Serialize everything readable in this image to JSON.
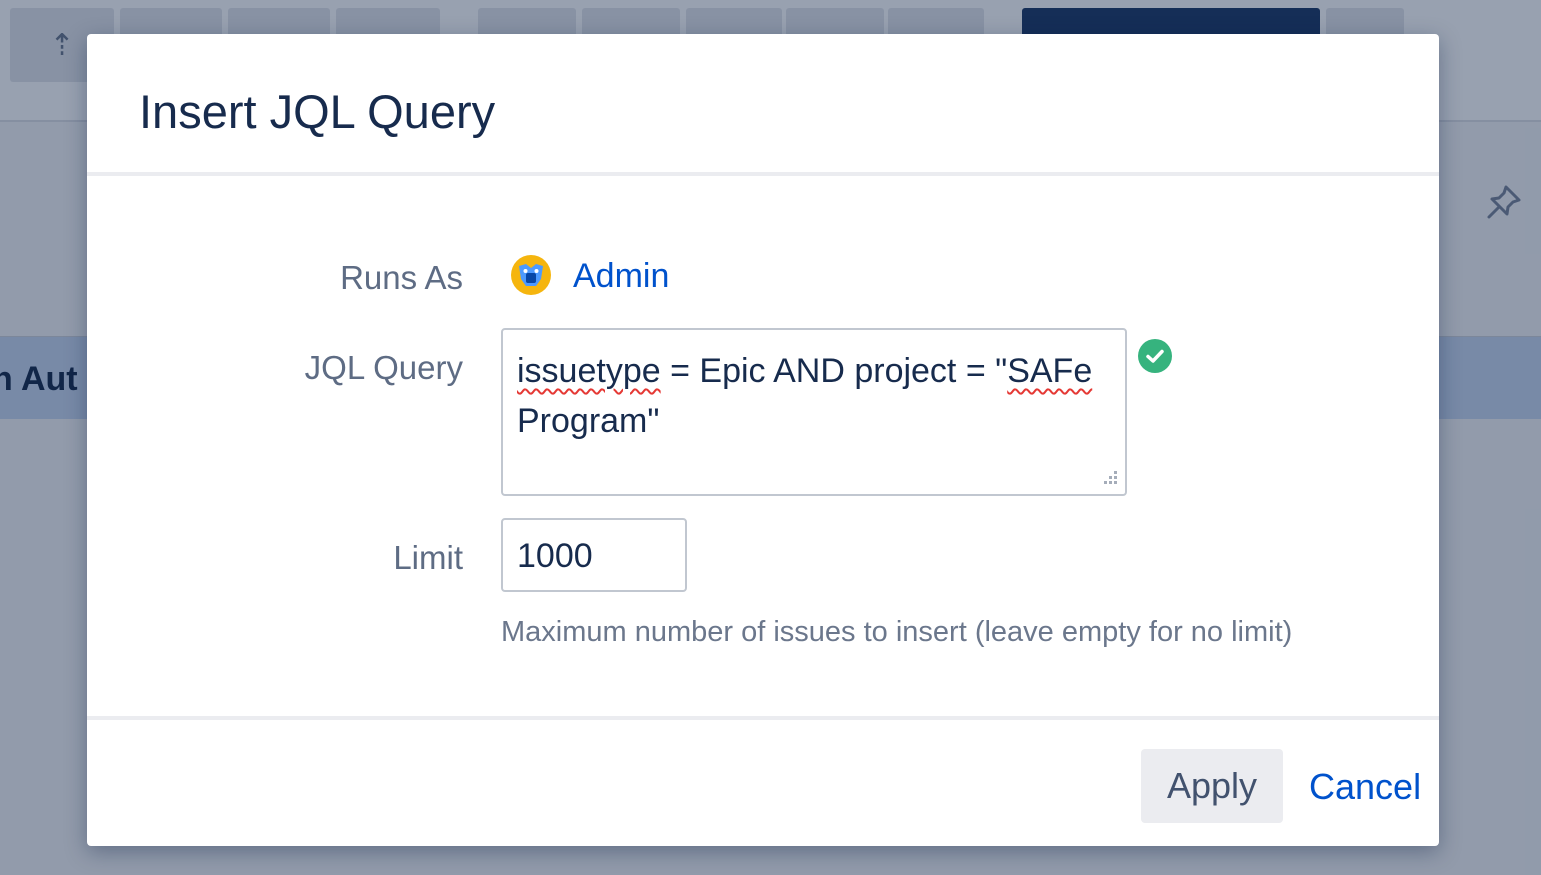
{
  "background": {
    "band_text": "n Aut"
  },
  "dialog": {
    "title": "Insert JQL Query",
    "runs_as": {
      "label": "Runs As",
      "user": "Admin"
    },
    "jql": {
      "label": "JQL Query",
      "value_parts": [
        "issuetype",
        " = Epic AND project = \"",
        "SAFe",
        " Program\""
      ],
      "valid": true
    },
    "limit": {
      "label": "Limit",
      "value": "1000",
      "help": "Maximum number of issues to insert (leave empty for no limit)"
    },
    "footer": {
      "apply_label": "Apply",
      "cancel_label": "Cancel"
    }
  },
  "colors": {
    "link": "#0052cc",
    "valid": "#36b37e",
    "title": "#172b4d"
  }
}
